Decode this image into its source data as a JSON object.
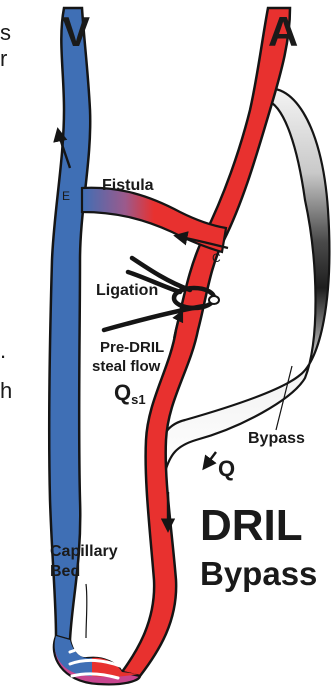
{
  "side_text": {
    "top": [
      "s",
      "r"
    ],
    "middle": [
      ".",
      "h"
    ]
  },
  "labels": {
    "vein_letter": "V",
    "artery_letter": "A",
    "point_e": "E",
    "point_c": "C",
    "fistula": "Fistula",
    "ligation": "Ligation",
    "pre_dril_line1": "Pre-DRIL",
    "pre_dril_line2": "steal flow",
    "qs1_main": "Q",
    "qs1_sub": "s1",
    "bypass": "Bypass",
    "q": "Q",
    "dril_line1": "DRIL",
    "dril_line2": "Bypass",
    "capillary_line1": "Capillary",
    "capillary_line2": "Bed"
  },
  "colors": {
    "vein": "#3f6fb5",
    "artery": "#e8312f",
    "outline": "#151515",
    "graft_dark": "#2a2a2a"
  }
}
